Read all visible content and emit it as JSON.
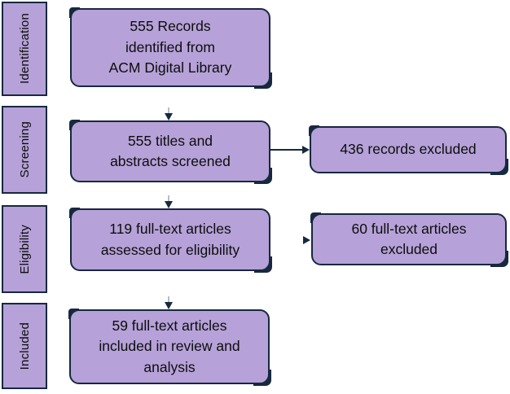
{
  "diagram": {
    "title": "PRISMA-style literature review flow diagram",
    "colors": {
      "box_fill": "#b6a1d8",
      "outline": "#16293e",
      "text": "#0d0d0d",
      "background": "#ffffff"
    },
    "stage_labels": [
      {
        "id": "identification",
        "label": "Identification"
      },
      {
        "id": "screening",
        "label": "Screening"
      },
      {
        "id": "eligibility",
        "label": "Eligibility"
      },
      {
        "id": "included",
        "label": "Included"
      }
    ],
    "boxes": {
      "records_identified": {
        "text": "555 Records\nidentified from\nACM Digital Library"
      },
      "titles_screened": {
        "text": "555 titles and\nabstracts screened"
      },
      "records_excluded": {
        "text": "436 records excluded"
      },
      "fulltext_assessed": {
        "text": "119 full-text articles\nassessed for eligibility"
      },
      "fulltext_excluded": {
        "text": "60 full-text articles\nexcluded"
      },
      "included_review": {
        "text": "59 full-text articles\nincluded in review and\nanalysis"
      }
    }
  }
}
